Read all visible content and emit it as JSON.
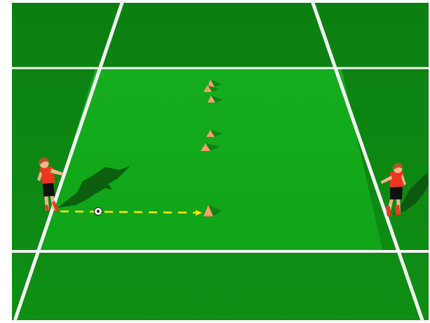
{
  "scene": {
    "kind": "soccer-drill-illustration",
    "colors": {
      "outer_grass": "#0f8a12",
      "outer_grass_dark": "#0a6f0f",
      "inner_field": "#10a618",
      "inner_field_light": "#19b522",
      "line": "#f2f2f2",
      "cone": "#f39a6b",
      "cone_shade": "#d6693e",
      "pass_line": "#ffe600",
      "jersey": "#e8381f",
      "shorts": "#111111",
      "skin": "#f0b48f",
      "hair": "#b35622",
      "shadow": "#0b4f0d"
    },
    "elements": {
      "left_player": "player",
      "right_player": "player",
      "ball": "soccer-ball",
      "cones": [
        "cone",
        "cone",
        "cone",
        "cone",
        "cone",
        "cone"
      ],
      "target_cone": "cone",
      "pass_path": "dashed-arrow"
    }
  }
}
